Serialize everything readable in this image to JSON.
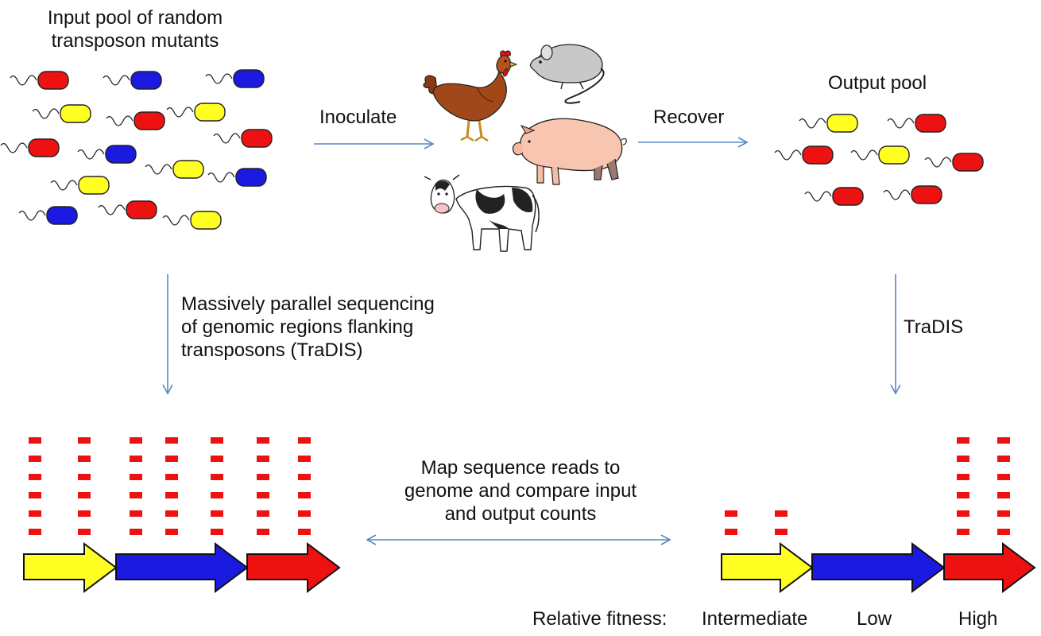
{
  "texts": {
    "input_pool": "Input pool of random\ntransposon mutants",
    "inoculate": "Inoculate",
    "recover": "Recover",
    "output_pool": "Output pool",
    "sequencing": "Massively parallel sequencing\nof genomic regions flanking\ntransposons (TraDIS)",
    "tradis": "TraDIS",
    "map_reads": "Map sequence reads to\ngenome and compare input\nand output counts",
    "fitness_label": "Relative fitness:",
    "fitness_intermediate": "Intermediate",
    "fitness_low": "Low",
    "fitness_high": "High"
  },
  "colors": {
    "red": "#ee1111",
    "blue": "#1a1ae0",
    "yellow": "#ffff22",
    "arrow": "#5b86c2",
    "read": "#ee1111"
  },
  "animals": [
    "chicken-icon",
    "rat-icon",
    "pig-icon",
    "cow-icon"
  ],
  "input_pool_mutants": [
    "red",
    "blue",
    "blue",
    "yellow",
    "red",
    "yellow",
    "red",
    "red",
    "blue",
    "yellow",
    "blue",
    "yellow",
    "blue",
    "red",
    "yellow"
  ],
  "output_pool_mutants": [
    "yellow",
    "red",
    "red",
    "yellow",
    "red",
    "red",
    "red"
  ],
  "input_genes": [
    "yellow",
    "blue",
    "red"
  ],
  "output_genes": [
    "yellow",
    "blue",
    "red"
  ],
  "input_read_counts": [
    6,
    6,
    6,
    6,
    6,
    6,
    6
  ],
  "output_read_counts": [
    2,
    2,
    0,
    0,
    0,
    6,
    6
  ]
}
